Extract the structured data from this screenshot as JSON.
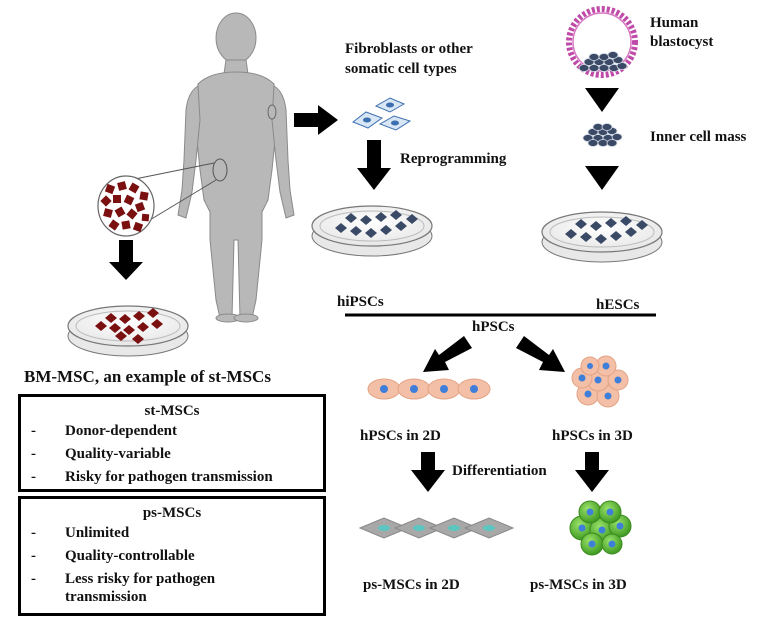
{
  "labels": {
    "fibroblasts": "Fibroblasts or other",
    "somatic": "somatic cell types",
    "human": "Human",
    "blastocyst": "blastocyst",
    "inner_cell_mass": "Inner cell mass",
    "reprogramming": "Reprogramming",
    "hipscs": "hiPSCs",
    "hescs": "hESCs",
    "hpscs": "hPSCs",
    "bm_msc": "BM-MSC, an example of st-MSCs",
    "hpscs_2d": "hPSCs in 2D",
    "hpscs_3d": "hPSCs in 3D",
    "differentiation": "Differentiation",
    "ps_mscs_2d": "ps-MSCs in 2D",
    "ps_mscs_3d": "ps-MSCs in 3D"
  },
  "st_box": {
    "title": "st-MSCs",
    "items": [
      "Donor-dependent",
      "Quality-variable",
      "Risky for pathogen transmission"
    ]
  },
  "ps_box": {
    "title": "ps-MSCs",
    "items": [
      "Unlimited",
      "Quality-controllable",
      "Less risky for pathogen transmission"
    ]
  },
  "colors": {
    "body": "#b8b8b8",
    "marrow_cell": "#7a1010",
    "fibroblast": "#3b6fb0",
    "blastocyst_ring": "#c04aa8",
    "pluripotent_cell": "#3a4a66",
    "cell_2d": "#f3bfa6",
    "nucleus": "#3f7fd9",
    "diff_cell": "#6fc24a",
    "msc_2d": "#a8a8a8",
    "arrow": "#000000"
  }
}
